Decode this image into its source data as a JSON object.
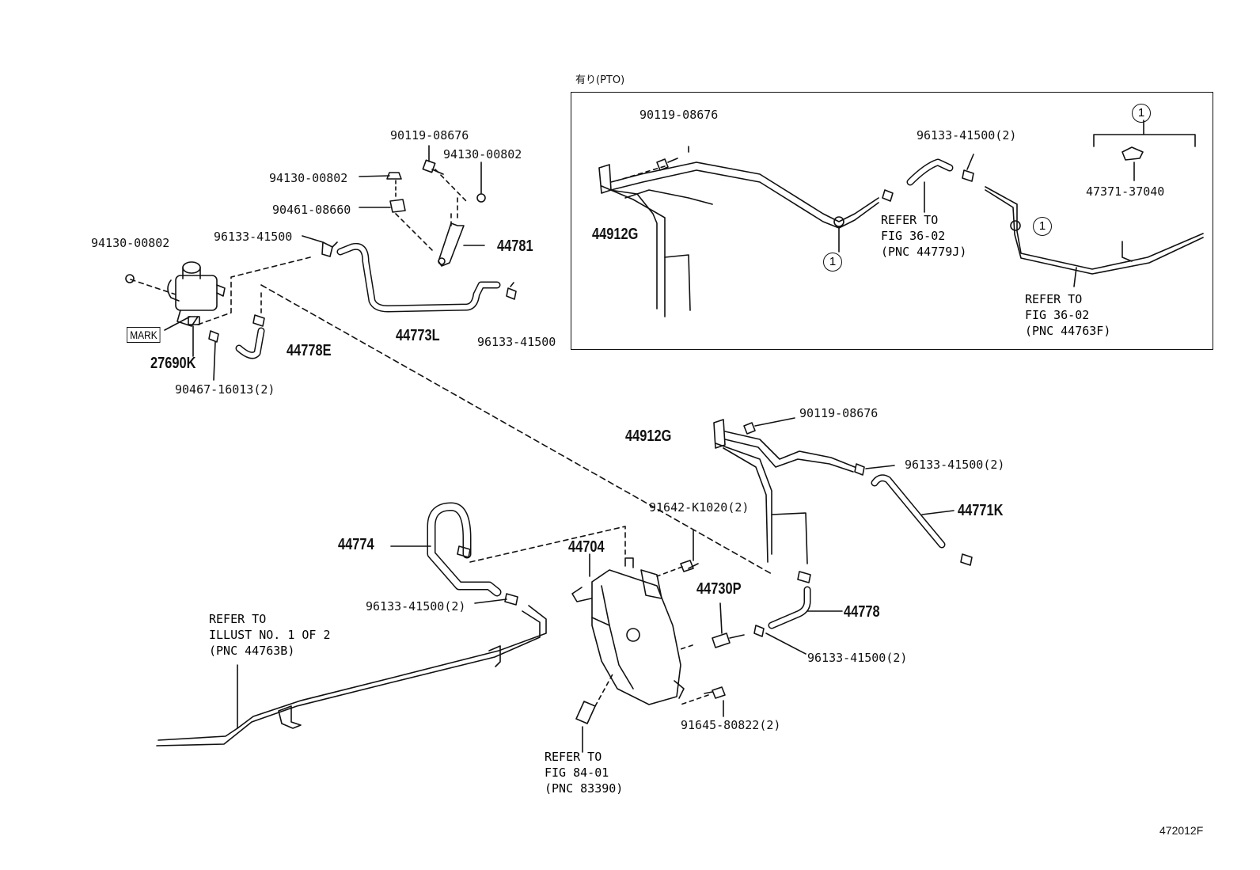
{
  "pto_title": "有り(PTO)",
  "circle_marker": "1",
  "diagram_code": "472012F",
  "mark_label": "MARK",
  "parts": {
    "p90119_top": "90119-08676",
    "p94130_a": "94130-00802",
    "p94130_b": "94130-00802",
    "p94130_c": "94130-00802",
    "p90461": "90461-08660",
    "p96133_top_left": "96133-41500",
    "p96133_top_right": "96133-41500",
    "p44781": "44781",
    "p44773L": "44773L",
    "p27690K": "27690K",
    "p44778E": "44778E",
    "p90467": "90467-16013(2)",
    "pto_90119": "90119-08676",
    "pto_96133": "96133-41500(2)",
    "pto_44912G": "44912G",
    "pto_47371": "47371-37040",
    "p44912G": "44912G",
    "p90119_mid": "90119-08676",
    "p96133_mid": "96133-41500(2)",
    "p44771K": "44771K",
    "p91642": "91642-K1020(2)",
    "p44774": "44774",
    "p44704": "44704",
    "p44730P": "44730P",
    "p44778": "44778",
    "p96133_lower_left": "96133-41500(2)",
    "p96133_lower_right": "96133-41500(2)",
    "p91645": "91645-80822(2)"
  },
  "refs": {
    "fig36_a": [
      "REFER TO",
      "FIG 36-02",
      "(PNC 44779J)"
    ],
    "fig36_b": [
      "REFER TO",
      "FIG 36-02",
      "(PNC 44763F)"
    ],
    "illust": [
      "REFER TO",
      "ILLUST NO. 1 OF 2",
      "(PNC 44763B)"
    ],
    "fig84": [
      "REFER TO",
      "FIG 84-01",
      "(PNC 83390)"
    ]
  }
}
